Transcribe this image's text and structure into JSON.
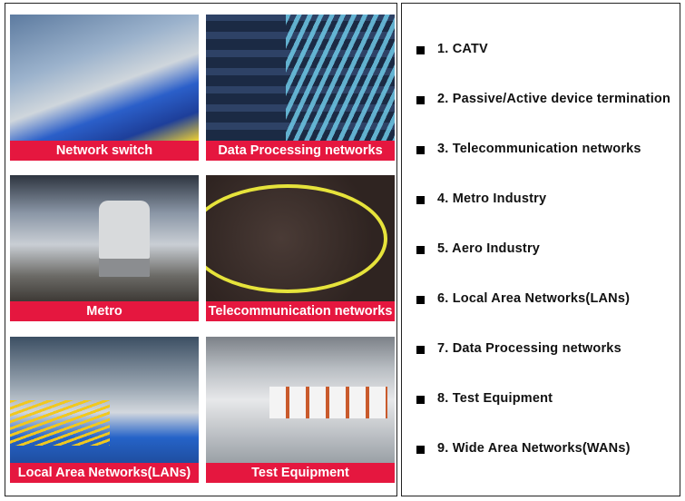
{
  "applications_grid": {
    "tiles": [
      {
        "label": "Network switch",
        "image": "network-switch-photo"
      },
      {
        "label": "Data Processing networks",
        "image": "data-processing-photo"
      },
      {
        "label": "Metro",
        "image": "metro-train-photo"
      },
      {
        "label": "Telecommunication networks",
        "image": "telecom-board-photo"
      },
      {
        "label": "Local Area Networks(LANs)",
        "image": "lan-patch-panel-photo"
      },
      {
        "label": "Test Equipment",
        "image": "test-equipment-cabinet-photo"
      }
    ],
    "label_color": "#e5173f"
  },
  "applications_list": {
    "items": [
      "1. CATV",
      "2. Passive/Active device termination",
      "3. Telecommunication networks",
      "4. Metro Industry",
      "5. Aero Industry",
      "6. Local Area Networks(LANs)",
      "7. Data Processing networks",
      "8. Test Equipment",
      "9. Wide Area Networks(WANs)"
    ],
    "bullet_icon": "black-square-icon"
  }
}
